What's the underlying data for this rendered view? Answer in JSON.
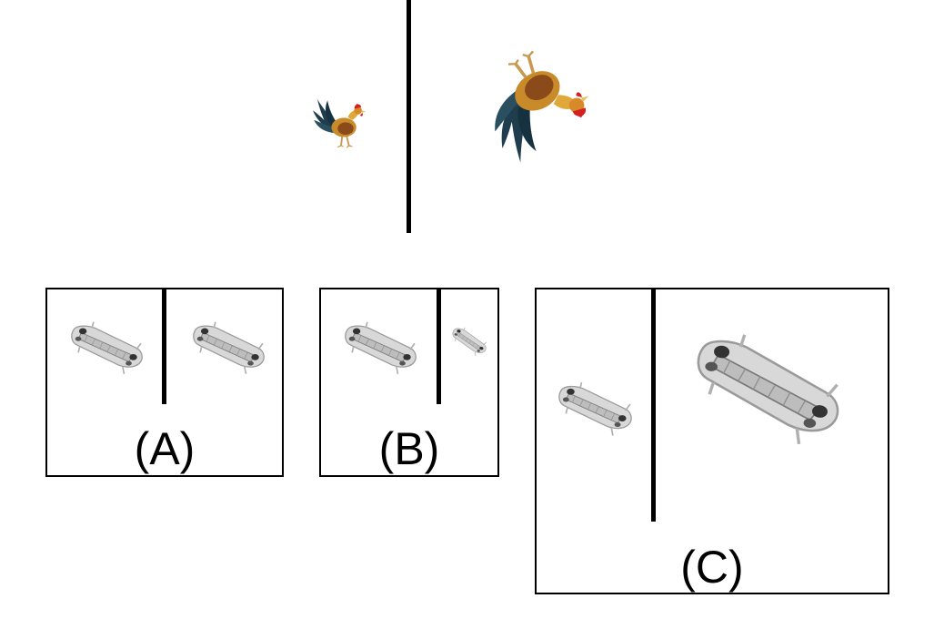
{
  "reference": {
    "left_image_icon": "rooster-small",
    "right_image_icon": "rooster-large"
  },
  "options": [
    {
      "id": "A",
      "label": "(A)",
      "left_icon": "bathtub",
      "right_icon": "bathtub"
    },
    {
      "id": "B",
      "label": "(B)",
      "left_icon": "bathtub",
      "right_icon": "bathtub-small"
    },
    {
      "id": "C",
      "label": "(C)",
      "left_icon": "bathtub",
      "right_icon": "bathtub-large"
    }
  ]
}
